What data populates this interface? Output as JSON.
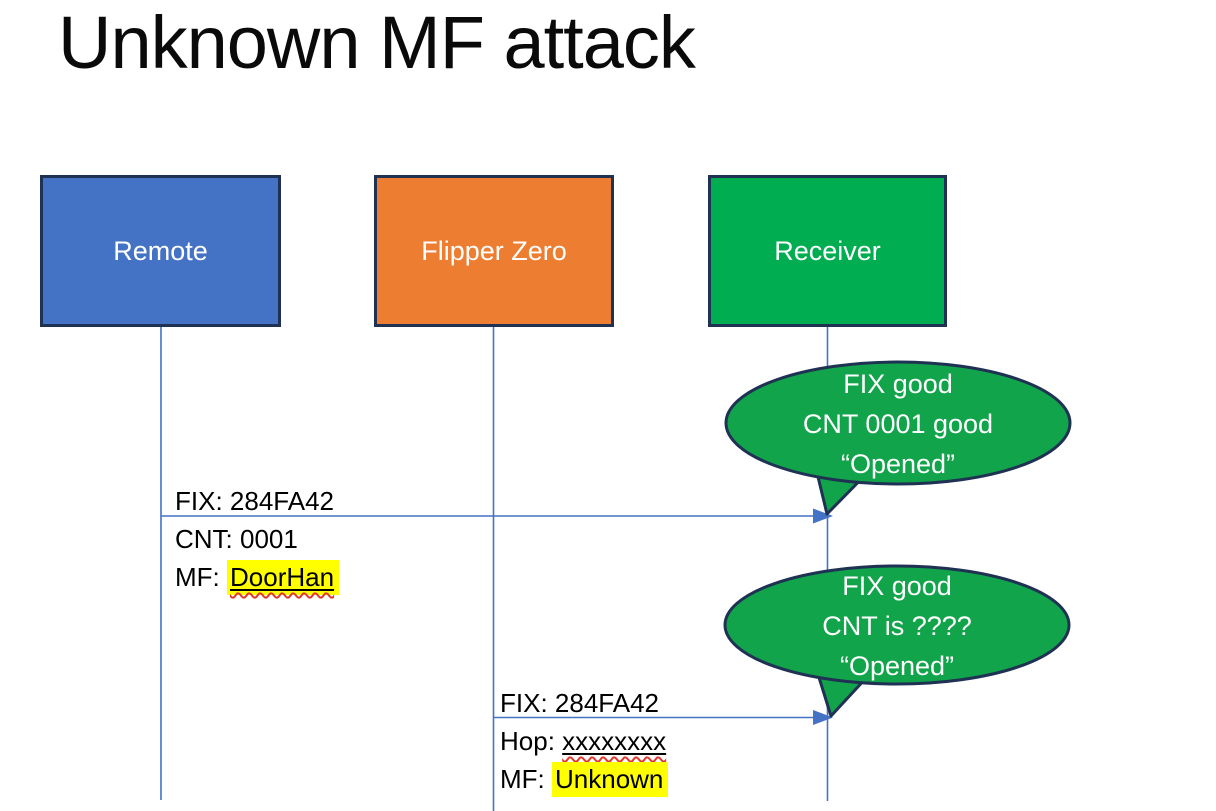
{
  "title": "Unknown MF attack",
  "actors": [
    {
      "id": "remote",
      "label": "Remote"
    },
    {
      "id": "flipper-zero",
      "label": "Flipper Zero"
    },
    {
      "id": "receiver",
      "label": "Receiver"
    }
  ],
  "messages": [
    {
      "from": "Remote",
      "to": "Receiver",
      "rows": [
        {
          "prefix": "FIX: 284FA42"
        },
        {
          "prefix": "CNT: 0001"
        },
        {
          "prefix": "MF: ",
          "value": "DoorHan"
        }
      ]
    },
    {
      "from": "Flipper Zero",
      "to": "Receiver",
      "rows": [
        {
          "prefix": "FIX: 284FA42"
        },
        {
          "prefix": "Hop: ",
          "value": "xxxxxxxx"
        },
        {
          "prefix": "MF: ",
          "value": "Unknown"
        }
      ]
    }
  ],
  "callouts": [
    {
      "lines": [
        "FIX good",
        "CNT 0001 good",
        "“Opened”"
      ]
    },
    {
      "lines": [
        "FIX good",
        "CNT is ????",
        "“Opened”"
      ]
    }
  ],
  "colors": {
    "actor_blue": "#4472C4",
    "actor_orange": "#ED7D31",
    "actor_green": "#00AD50",
    "callout_green": "#12A44B",
    "outline_navy": "#1F3253",
    "line_blue": "#4472C4",
    "highlight_yellow": "#FFFF00",
    "squiggle_red": "#E03A2F",
    "text_white": "#FFFFFF",
    "text_black": "#000000"
  }
}
